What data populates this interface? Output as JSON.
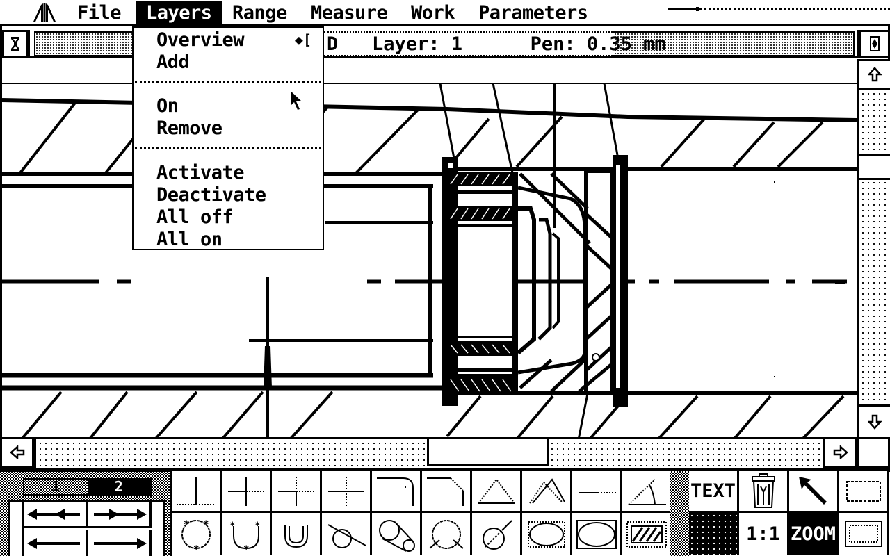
{
  "menubar": {
    "logo": "atari-fuji-logo",
    "items": [
      {
        "label": "File",
        "active": false
      },
      {
        "label": "Layers",
        "active": true
      },
      {
        "label": "Range",
        "active": false
      },
      {
        "label": "Measure",
        "active": false
      },
      {
        "label": "Work",
        "active": false
      },
      {
        "label": "Parameters",
        "active": false
      }
    ]
  },
  "window": {
    "close_icon": "close-box-icon",
    "fuller_icon": "fuller-box-icon",
    "title_prefix": "D",
    "layer_label": "Layer: 1",
    "pen_label": "Pen: 0.35 mm",
    "title_info": "D   Layer: 1      Pen: 0.35 mm"
  },
  "dropdown": {
    "menu": "Layers",
    "items": [
      {
        "label": "Overview",
        "shortcut": "◆["
      },
      {
        "label": "Add"
      },
      {
        "separator": true
      },
      {
        "label": "On"
      },
      {
        "label": "Remove"
      },
      {
        "separator": true
      },
      {
        "label": "Activate"
      },
      {
        "label": "Deactivate"
      },
      {
        "label": "All off"
      },
      {
        "label": "All on"
      }
    ],
    "shortcut": "◆["
  },
  "scrollbars": {
    "vertical": {
      "up_icon": "arrow-up-icon",
      "down_icon": "arrow-down-icon"
    },
    "horizontal": {
      "left_icon": "arrow-left-icon",
      "right_icon": "arrow-right-icon"
    }
  },
  "toolbox": {
    "layer_tabs": [
      {
        "label": "1",
        "active": false
      },
      {
        "label": "2",
        "active": true
      }
    ],
    "line_styles": [
      "double-arrow-left",
      "double-arrow-right",
      "arrow-left",
      "arrow-right"
    ],
    "tools_row1": [
      "perpendicular-dim",
      "cross-dim-right",
      "cross-dim-dotted",
      "cross-dim-vertical-dotted",
      "fillet-round",
      "chamfer",
      "triangle-dotted",
      "angle-lines",
      "line-dotted-extension",
      "angle-arc"
    ],
    "tools_row2": [
      "circle-3-point",
      "arc-3-point",
      "concentric-arc",
      "tangent-line-circle",
      "tangent-two-circles",
      "circle-cross",
      "circle-diameter-line",
      "ellipse-dotted-box",
      "ellipse-box",
      "hatch-box"
    ],
    "right_tools": {
      "text_label": "TEXT",
      "trash_icon": "trash-can-icon",
      "pointer_icon": "arrow-pointer-icon",
      "select_icon": "dashed-rect-icon",
      "fill_pattern": "dot-pattern-icon",
      "scale_label": "1:1",
      "zoom_label": "ZOOM",
      "frame_icon": "frame-rect-icon"
    }
  }
}
